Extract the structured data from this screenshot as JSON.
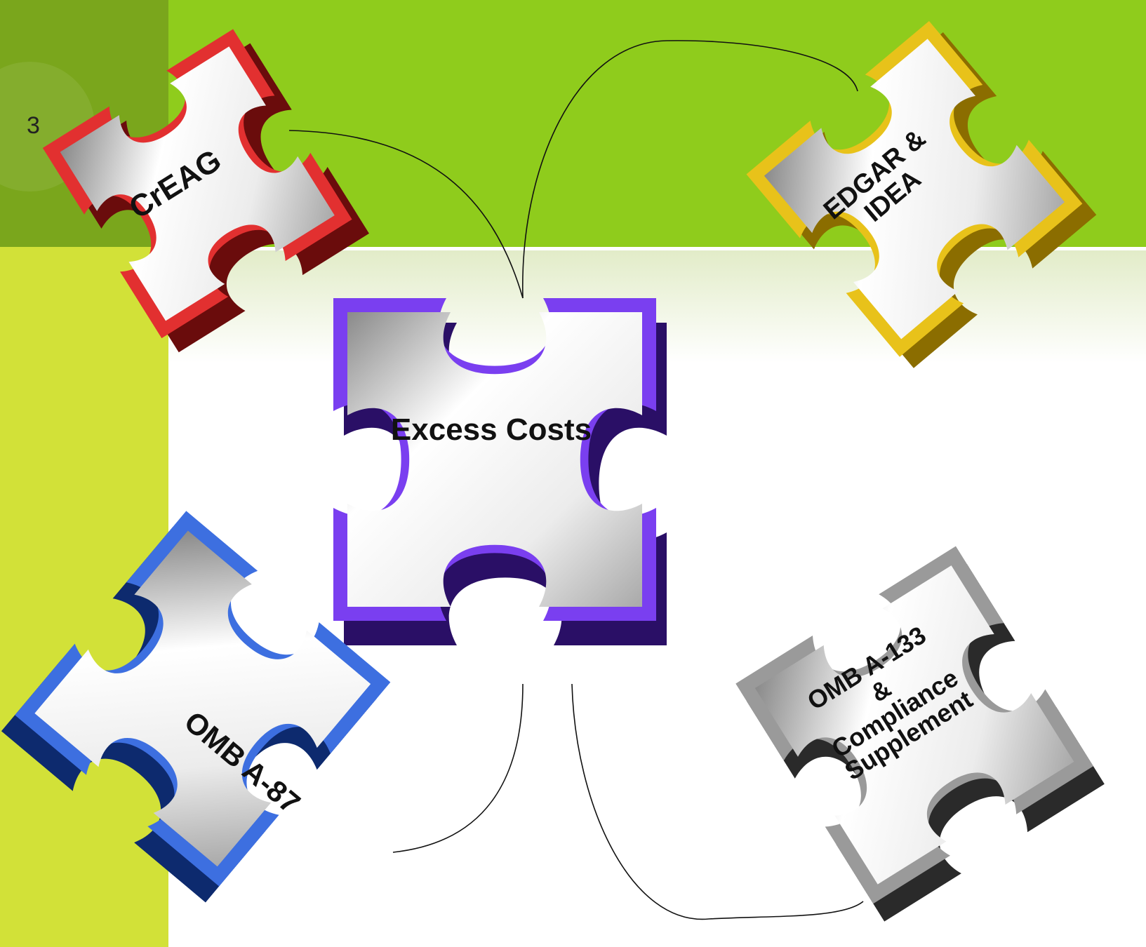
{
  "slide": {
    "number": "3"
  },
  "pieces": {
    "center": {
      "label": "Excess Costs",
      "color": "#7a3ff0"
    },
    "top_left": {
      "label": "CrEAG",
      "color": "#e23030"
    },
    "top_right": {
      "label_line1": "EDGAR &",
      "label_line2": "IDEA",
      "color": "#e8c21a"
    },
    "bottom_left": {
      "label": "OMB A-87",
      "color": "#3d6fe0"
    },
    "bottom_right": {
      "label_line1": "OMB A-133",
      "label_line2": "&",
      "label_line3": "Compliance",
      "label_line4": "Supplement",
      "color": "#9a9a9a"
    }
  }
}
